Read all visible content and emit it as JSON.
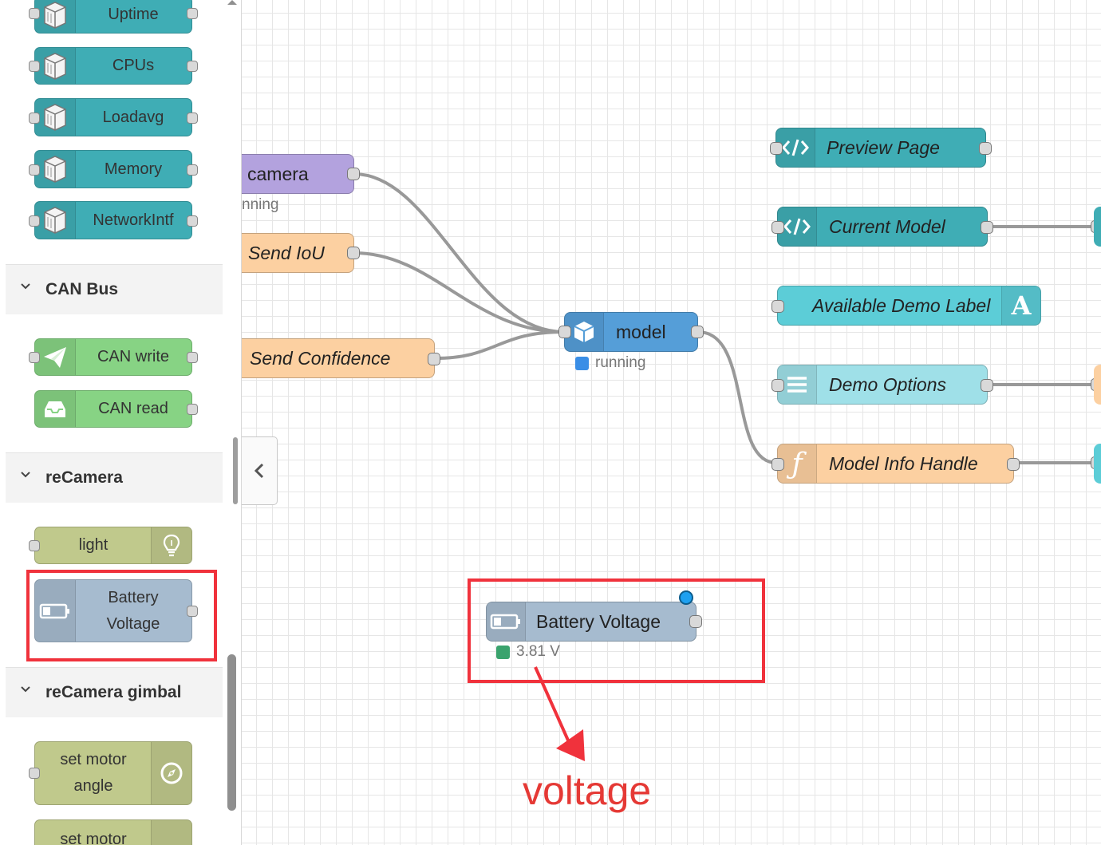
{
  "palette": {
    "system_nodes": [
      {
        "label": "Uptime",
        "icon": "cube-icon"
      },
      {
        "label": "CPUs",
        "icon": "cube-icon"
      },
      {
        "label": "Loadavg",
        "icon": "cube-icon"
      },
      {
        "label": "Memory",
        "icon": "cube-icon"
      },
      {
        "label": "NetworkIntf",
        "icon": "cube-icon"
      }
    ],
    "categories": [
      {
        "label": "CAN Bus",
        "chevron": "v"
      },
      {
        "label": "reCamera",
        "chevron": "v"
      },
      {
        "label": "reCamera gimbal",
        "chevron": "v"
      }
    ],
    "can_nodes": [
      {
        "label": "CAN write",
        "icon": "paper-plane-icon"
      },
      {
        "label": "CAN read",
        "icon": "inbox-icon"
      }
    ],
    "recamera_nodes": [
      {
        "label": "light",
        "icon": "lightbulb-icon"
      },
      {
        "label_line1": "Battery",
        "label_line2": "Voltage",
        "icon": "battery-icon"
      }
    ],
    "gimbal_nodes": [
      {
        "label_line1": "set motor",
        "label_line2": "angle",
        "icon": "compass-icon"
      },
      {
        "label_line1": "set motor",
        "label_line2": "",
        "icon": "compass-icon"
      }
    ]
  },
  "workspace": {
    "nodes": {
      "camera": {
        "label": "camera",
        "status": "nning"
      },
      "send_iou": {
        "label": "Send IoU"
      },
      "send_confidence": {
        "label": "Send Confidence"
      },
      "model": {
        "label": "model",
        "status": "running"
      },
      "preview_page": {
        "label": "Preview Page"
      },
      "current_model": {
        "label": "Current Model"
      },
      "available_demo_label": {
        "label": "Available Demo Label",
        "icon_glyph": "A"
      },
      "demo_options": {
        "label": "Demo Options"
      },
      "model_info_handle": {
        "label": "Model Info Handle",
        "icon_glyph": "ƒ"
      },
      "battery_voltage": {
        "label": "Battery Voltage",
        "status": "3.81 V"
      }
    },
    "annotation": {
      "label": "voltage"
    }
  },
  "colors": {
    "teal": "#3fadb5",
    "light_teal": "#5ccdd7",
    "pale_teal": "#9fe0e8",
    "can_green": "#87d384",
    "olive": "#c0c98c",
    "slate": "#a6bbcf",
    "purple": "#b3a2de",
    "peach": "#fcd0a1",
    "blue_model": "#559ed8",
    "status_blue": "#3a8ee6",
    "status_green": "#3aa36d",
    "annotation_red": "#f0323c"
  }
}
